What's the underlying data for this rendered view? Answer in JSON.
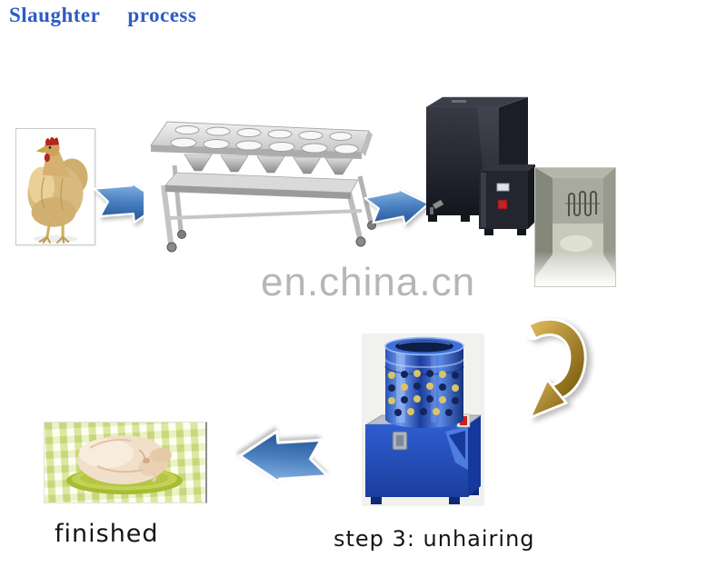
{
  "header": {
    "title": "Slaughter  process"
  },
  "watermark": {
    "text": "en.china.cn"
  },
  "captions": {
    "step3": "step 3: unhairing",
    "finished": "finished"
  },
  "photos": {
    "live_chicken": "live-chicken-photo",
    "bleeding_table": "bleeding-table-photo",
    "scalding_machine": "scalding-machine-photo",
    "tank_interior": "scalding-tank-interior-photo",
    "plucking_machine": "plucking-machine-photo",
    "finished_chicken": "finished-chicken-photo"
  },
  "icons": {
    "arrow_right_1": "blue-arrow-right-icon",
    "arrow_right_2": "blue-arrow-right-icon",
    "arrow_left": "blue-arrow-left-icon",
    "arrow_curved_down": "gold-curved-arrow-down-icon"
  },
  "colors": {
    "title_blue": "#2e5cc2",
    "watermark_gray": "#b6b6b6",
    "arrow_blue": "#4a80c0",
    "arrow_gold": "#a9821f",
    "plucker_blue": "#2452c0",
    "machine_dark": "#22242e",
    "caption_black": "#151515"
  }
}
